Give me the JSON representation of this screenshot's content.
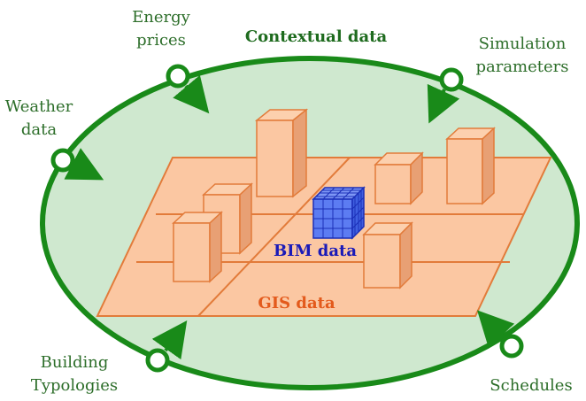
{
  "diagram": {
    "title": "Contextual data",
    "gis_label": "GIS data",
    "bim_label": "BIM data",
    "inputs": {
      "energy": [
        "Energy",
        "prices"
      ],
      "simulation": [
        "Simulation",
        "parameters"
      ],
      "weather": [
        "Weather",
        "data"
      ],
      "building": [
        "Building",
        "Typologies"
      ],
      "schedules": [
        "Schedules"
      ]
    },
    "colors": {
      "ellipse_fill": "#cfe8cf",
      "ellipse_stroke": "#198a19",
      "plate_fill": "#fbc7a2",
      "plate_stroke": "#e27b3a",
      "bim_fill": "#5c7cf2",
      "bim_stroke": "#1b2fb8"
    }
  }
}
